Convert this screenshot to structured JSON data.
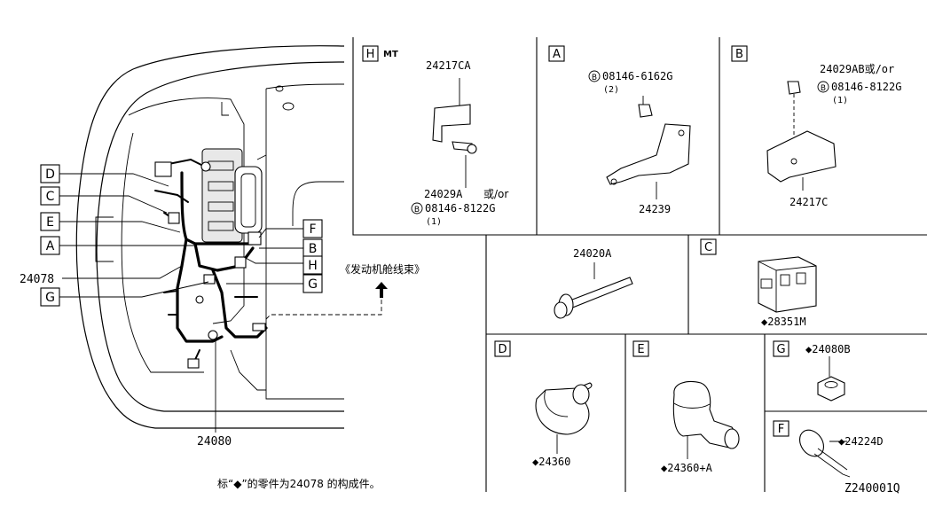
{
  "callouts": {
    "D": "D",
    "C": "C",
    "E": "E",
    "A": "A",
    "G": "G",
    "F": "F",
    "B": "B",
    "H": "H",
    "G2": "G"
  },
  "main": {
    "harness_part": "24078",
    "bottom_part": "24080",
    "engine_harness_label": "《发动机舱线束》"
  },
  "panels": {
    "H": {
      "letter": "H",
      "tag": "MT",
      "part_top": "24217CA",
      "part_bolt": "24029A",
      "or": "或/or",
      "bolt_ref": "08146-8122G",
      "qty": "(1)"
    },
    "A": {
      "letter": "A",
      "bolt_ref": "08146-6162G",
      "qty": "(2)",
      "part": "24239"
    },
    "B": {
      "letter": "B",
      "part_bolt": "24029AB或/or",
      "bolt_ref": "08146-8122G",
      "qty": "(1)",
      "part": "24217C"
    },
    "Bcircle": "B",
    "mid": {
      "part": "24020A"
    },
    "C": {
      "letter": "C",
      "part": "◆28351M"
    },
    "D": {
      "letter": "D",
      "part": "◆24360"
    },
    "E": {
      "letter": "E",
      "part": "◆24360+A"
    },
    "G": {
      "letter": "G",
      "part": "◆24080B"
    },
    "F": {
      "letter": "F",
      "part": "◆24224D"
    }
  },
  "footer": {
    "note": "标“◆”的零件为24078 的构成件。",
    "diagram_code": "Z240001Q"
  },
  "colors": {
    "line": "#000000",
    "background": "#ffffff"
  }
}
